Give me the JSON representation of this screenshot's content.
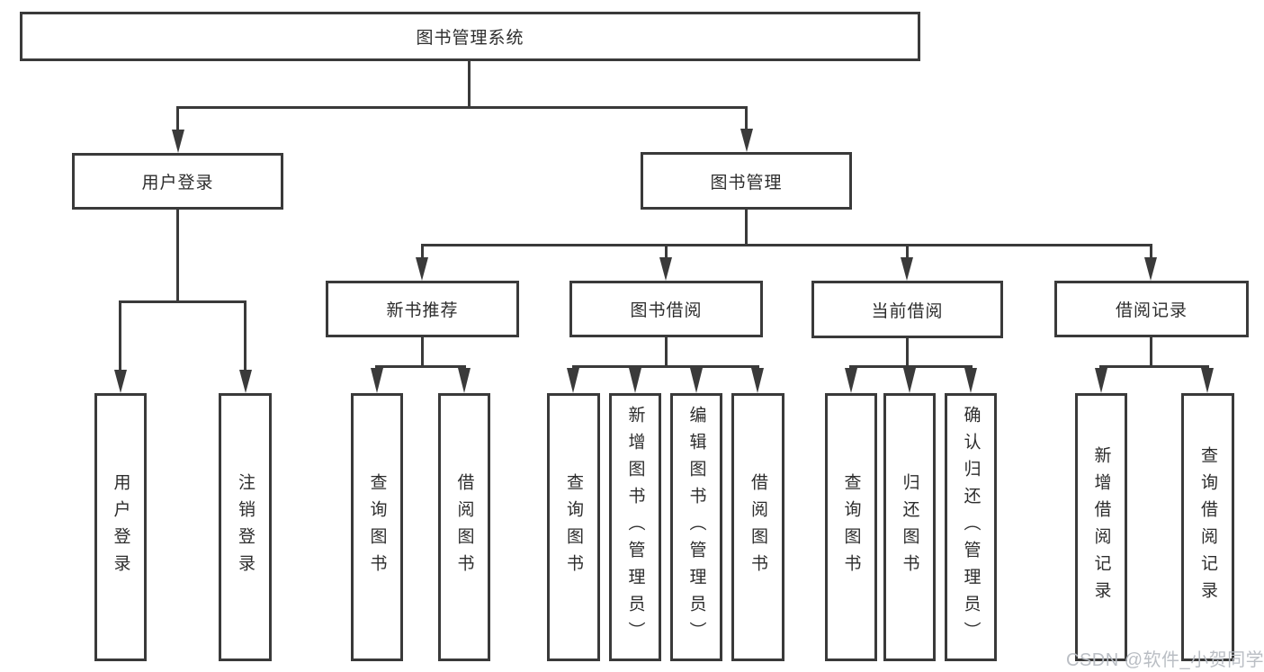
{
  "tree": {
    "root": "图书管理系统",
    "branches": [
      {
        "label": "用户登录",
        "children": [
          "用户登录",
          "注销登录"
        ]
      },
      {
        "label": "图书管理",
        "sections": [
          {
            "label": "新书推荐",
            "children": [
              "查询图书",
              "借阅图书"
            ]
          },
          {
            "label": "图书借阅",
            "children": [
              "查询图书",
              "新增图书（管理员）",
              "编辑图书（管理员）",
              "借阅图书"
            ]
          },
          {
            "label": "当前借阅",
            "children": [
              "查询图书",
              "归还图书",
              "确认归还（管理员）"
            ]
          },
          {
            "label": "借阅记录",
            "children": [
              "新增借阅记录",
              "查询借阅记录"
            ]
          }
        ]
      }
    ]
  },
  "watermark": {
    "text": "CSDN @软件_小贺同学"
  },
  "colors": {
    "line": "#3a3a3a",
    "text": "#2d2d2d",
    "box_bg": "#ffffff",
    "watermark": "#b6bac1"
  }
}
